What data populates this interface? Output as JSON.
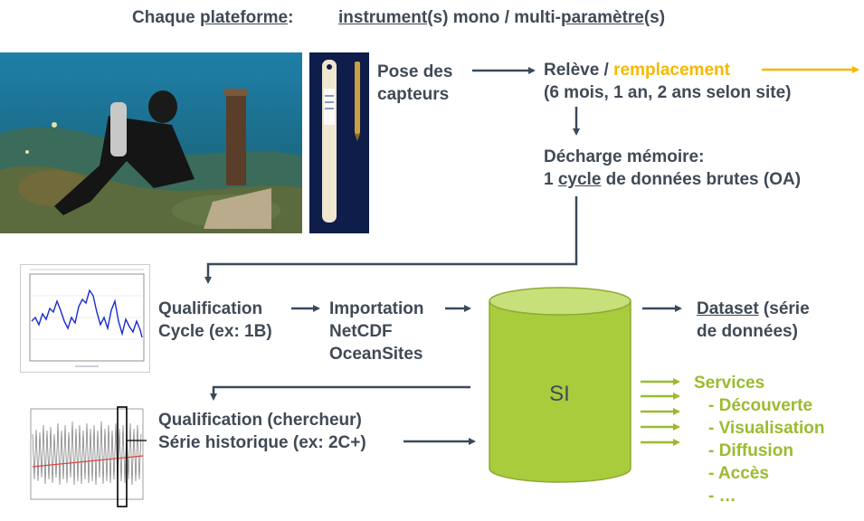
{
  "header": {
    "prefix": "Chaque",
    "platform": "plateforme",
    "colon": ":",
    "instrument": "instrument",
    "instrument_suffix": "(s)",
    "mono_multi": "mono / multi-",
    "parametre": "paramètre",
    "parametre_suffix": "(s)"
  },
  "step_pose": {
    "line1": "Pose des",
    "line2": "capteurs"
  },
  "step_releve": {
    "releve": "Relève / ",
    "remplacement": "remplacement",
    "detail": "(6 mois, 1 an, 2 ans selon site)"
  },
  "step_decharge": {
    "line1": "Décharge mémoire:",
    "prefix": "1 ",
    "cycle": "cycle",
    "suffix": " de données brutes (OA)"
  },
  "step_qualif_cycle": {
    "line1": "Qualification",
    "line2": "Cycle (ex: 1B)"
  },
  "step_import": {
    "line1": "Importation",
    "line2": "NetCDF",
    "line3": "OceanSites"
  },
  "database": {
    "label": "SI"
  },
  "dataset": {
    "word": "Dataset",
    "rest1": " (série",
    "line2": "de données)"
  },
  "step_qualif_hist": {
    "line1": "Qualification (chercheur)",
    "line2": "Série historique (ex: 2C+)"
  },
  "services": {
    "title": "Services",
    "items": [
      "- Découverte",
      "- Visualisation",
      "- Diffusion",
      "- Accès",
      "- …"
    ]
  },
  "colors": {
    "arrow": "#3a4a5c",
    "orange": "#f5b800",
    "olive": "#9bbb2f",
    "cylinder": "#a8cc3c",
    "cylinder_top": "#c7e07a",
    "text": "#404a56"
  },
  "images": [
    "diver-photo",
    "sensor-photo",
    "timeseries-plot",
    "historical-series-plot"
  ]
}
